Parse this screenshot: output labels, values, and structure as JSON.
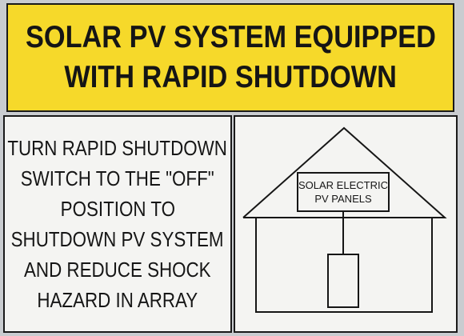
{
  "header": {
    "line1": "SOLAR PV SYSTEM EQUIPPED",
    "line2": "WITH RAPID SHUTDOWN"
  },
  "instructions": {
    "lines": [
      "TURN RAPID SHUTDOWN",
      "SWITCH TO THE \"OFF\"",
      "POSITION TO",
      "SHUTDOWN PV SYSTEM",
      "AND REDUCE SHOCK",
      "HAZARD IN ARRAY"
    ]
  },
  "diagram": {
    "panel_label_line1": "SOLAR ELECTRIC",
    "panel_label_line2": "PV PANELS"
  },
  "colors": {
    "header_background": "#f6d92a",
    "panel_background": "#f4f4f2",
    "text": "#161616"
  }
}
